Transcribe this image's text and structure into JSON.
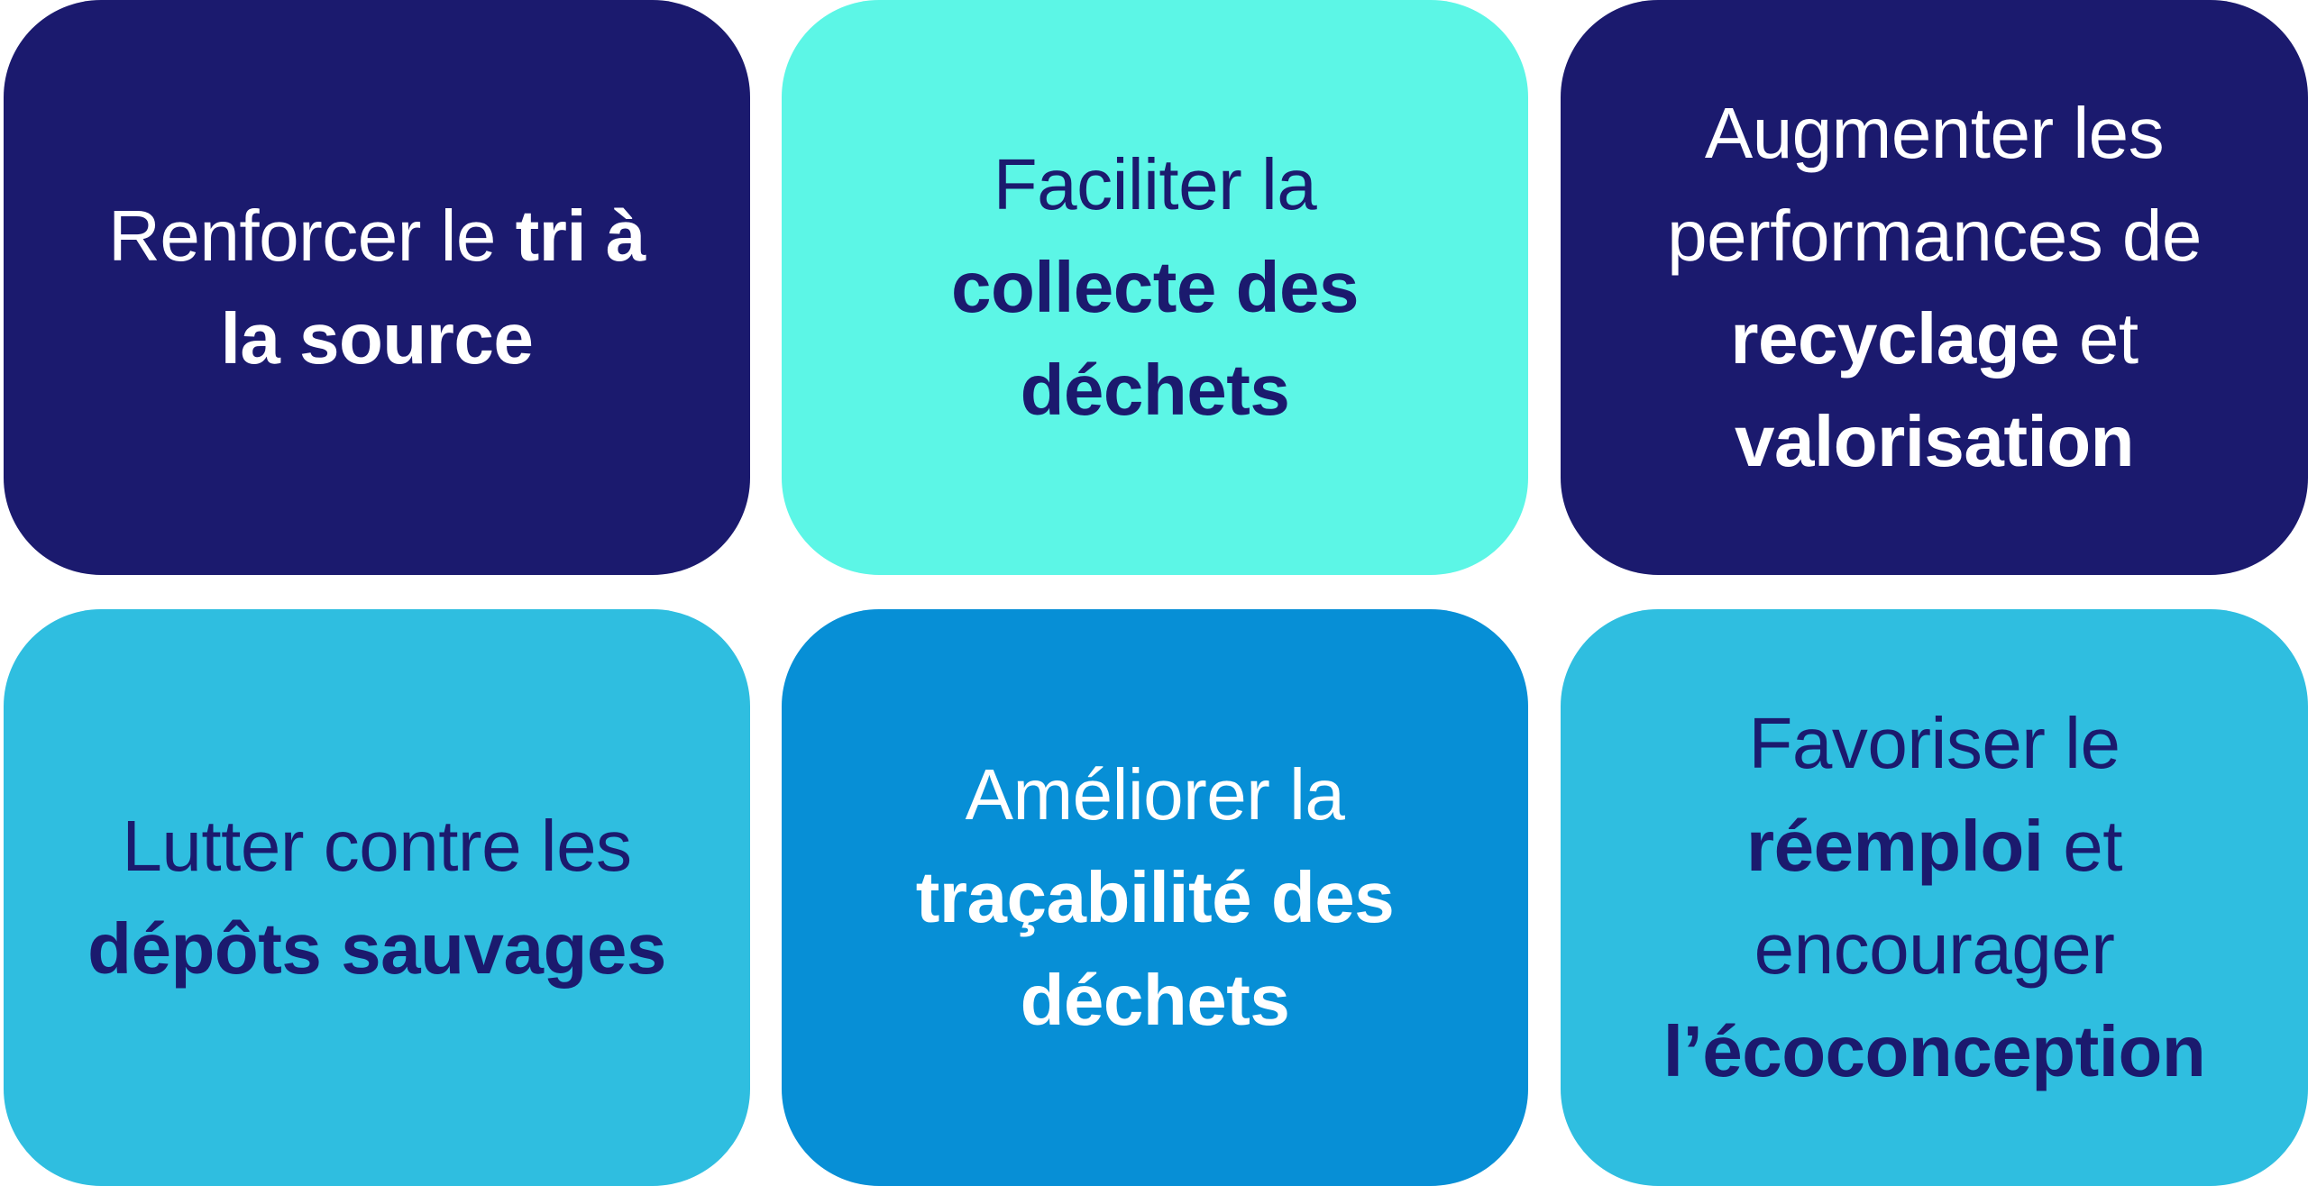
{
  "colors": {
    "navy": "#1b1a6e",
    "aqua": "#5cf6e6",
    "sky": "#2fbee0",
    "blue": "#078fd6",
    "white": "#ffffff"
  },
  "cards": [
    {
      "bg": "#1b1a6e",
      "fg": "#ffffff",
      "lines": [
        [
          {
            "t": "Renforcer le "
          },
          {
            "t": "tri à",
            "b": true
          }
        ],
        [
          {
            "t": "la source",
            "b": true
          }
        ]
      ]
    },
    {
      "bg": "#5cf6e6",
      "fg": "#1b1a6e",
      "lines": [
        [
          {
            "t": "Faciliter la"
          }
        ],
        [
          {
            "t": "collecte des",
            "b": true
          }
        ],
        [
          {
            "t": "déchets",
            "b": true
          }
        ]
      ]
    },
    {
      "bg": "#1b1a6e",
      "fg": "#ffffff",
      "lines": [
        [
          {
            "t": "Augmenter les"
          }
        ],
        [
          {
            "t": "performances de"
          }
        ],
        [
          {
            "t": "recyclage",
            "b": true
          },
          {
            "t": " et"
          }
        ],
        [
          {
            "t": "valorisation",
            "b": true
          }
        ]
      ]
    },
    {
      "bg": "#2fbee0",
      "fg": "#1b1a6e",
      "lines": [
        [
          {
            "t": "Lutter contre les"
          }
        ],
        [
          {
            "t": "dépôts sauvages",
            "b": true
          }
        ]
      ]
    },
    {
      "bg": "#078fd6",
      "fg": "#ffffff",
      "lines": [
        [
          {
            "t": "Améliorer la"
          }
        ],
        [
          {
            "t": "traçabilité des",
            "b": true
          }
        ],
        [
          {
            "t": "déchets",
            "b": true
          }
        ]
      ]
    },
    {
      "bg": "#2fbee0",
      "fg": "#1b1a6e",
      "lines": [
        [
          {
            "t": "Favoriser le"
          }
        ],
        [
          {
            "t": "réemploi",
            "b": true
          },
          {
            "t": " et"
          }
        ],
        [
          {
            "t": "encourager"
          }
        ],
        [
          {
            "t": "l’écoconception",
            "b": true
          }
        ]
      ]
    }
  ]
}
